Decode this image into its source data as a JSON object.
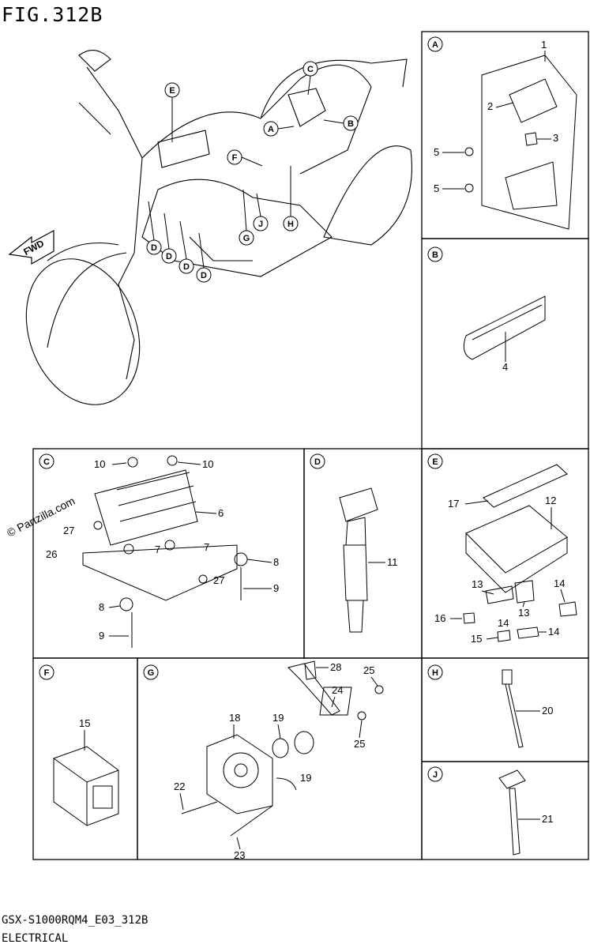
{
  "figure": {
    "title": "FIG.312B",
    "code": "GSX-S1000RQM4_E03_312B",
    "section": "ELECTRICAL"
  },
  "watermark": "© Partzilla.com",
  "fwd_label": "FWD",
  "overview_callouts": [
    "A",
    "B",
    "C",
    "D",
    "D",
    "D",
    "D",
    "E",
    "F",
    "G",
    "H",
    "J"
  ],
  "panels": {
    "A": {
      "letter": "A",
      "parts": [
        "1",
        "2",
        "3",
        "5",
        "5"
      ]
    },
    "B": {
      "letter": "B",
      "parts": [
        "4"
      ]
    },
    "C": {
      "letter": "C",
      "parts": [
        "10",
        "10",
        "6",
        "27",
        "26",
        "7",
        "7",
        "8",
        "9",
        "27",
        "8",
        "9"
      ]
    },
    "D": {
      "letter": "D",
      "parts": [
        "11"
      ]
    },
    "E": {
      "letter": "E",
      "parts": [
        "17",
        "12",
        "13",
        "14",
        "13",
        "16",
        "14",
        "14",
        "15"
      ]
    },
    "F": {
      "letter": "F",
      "parts": [
        "15"
      ]
    },
    "G": {
      "letter": "G",
      "parts": [
        "28",
        "25",
        "24",
        "18",
        "19",
        "25",
        "19",
        "22",
        "23"
      ]
    },
    "H": {
      "letter": "H",
      "parts": [
        "20"
      ]
    },
    "J": {
      "letter": "J",
      "parts": [
        "21"
      ]
    }
  },
  "colors": {
    "line": "#000000",
    "background": "#ffffff"
  }
}
